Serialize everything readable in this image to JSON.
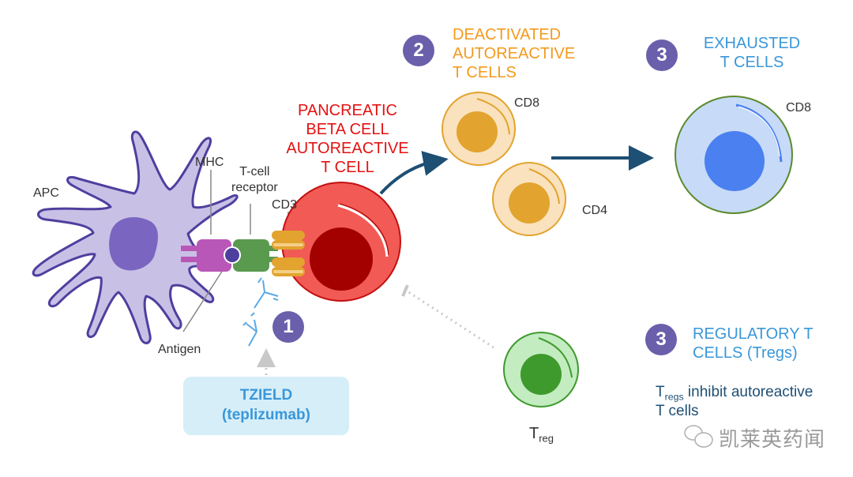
{
  "labels": {
    "apc": "APC",
    "mhc": "MHC",
    "tcr": "T-cell\nreceptor",
    "cd3": "CD3",
    "antigen": "Antigen",
    "autoreactive_title": "PANCREATIC\nBETA CELL\nAUTOREACTIVE\nT CELL",
    "deactivated_title": "DEACTIVATED\nAUTOREACTIVE\nT CELLS",
    "deactivated_cd8": "CD8",
    "deactivated_cd4": "CD4",
    "exhausted_title": "EXHAUSTED\nT CELLS",
    "exhausted_cd8": "CD8",
    "treg_T": "T",
    "treg_sub": "reg",
    "regulatory_title": "REGULATORY T\nCELLS (Tregs)",
    "tregs_note_T": "T",
    "tregs_note_sub": "regs",
    "tregs_note_rest": " inhibit autoreactive",
    "tregs_note_line2": "T cells"
  },
  "badges": {
    "step1": "1",
    "step2": "2",
    "step3_exhausted": "3",
    "step3_regulatory": "3"
  },
  "drug": {
    "name": "TZIELD",
    "generic": "(teplizumab)"
  },
  "watermark": {
    "text": "凯莱英药闻",
    "icon": "wechat-icon"
  },
  "colors": {
    "apc_fill": "#c9c0e6",
    "apc_stroke": "#4e3f9e",
    "apc_nucleus": "#7a66c0",
    "mhc": "#b957b8",
    "tcr": "#5a9a4f",
    "cd3": "#e2a32f",
    "antigen": "#4e3f9e",
    "autoreactive_cell": "#f25a55",
    "autoreactive_nucleus": "#a30000",
    "deactivated_cell": "#f9e2bd",
    "deactivated_nucleus": "#e2a32f",
    "exhausted_cell": "#c7daf7",
    "exhausted_nucleus": "#4a80f0",
    "treg_cell": "#c3ecc0",
    "treg_nucleus": "#3f9a2e",
    "badge": "#6a5fab",
    "arrow": "#1e4f74"
  }
}
